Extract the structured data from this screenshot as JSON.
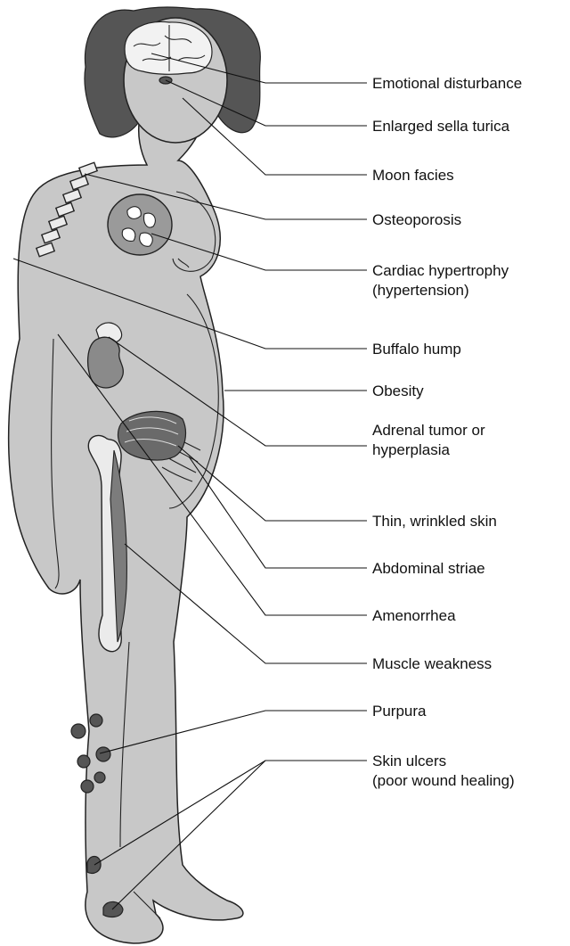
{
  "labels": [
    {
      "id": "emotional",
      "text": "Emotional disturbance"
    },
    {
      "id": "sella",
      "text": "Enlarged sella turica"
    },
    {
      "id": "moon",
      "text": "Moon facies"
    },
    {
      "id": "osteo",
      "text": "Osteoporosis"
    },
    {
      "id": "cardiac_1",
      "text": "Cardiac hypertrophy"
    },
    {
      "id": "cardiac_2",
      "text": "(hypertension)"
    },
    {
      "id": "buffalo",
      "text": "Buffalo hump"
    },
    {
      "id": "obesity",
      "text": "Obesity"
    },
    {
      "id": "adrenal_1",
      "text": "Adrenal tumor or"
    },
    {
      "id": "adrenal_2",
      "text": "hyperplasia"
    },
    {
      "id": "thinskin",
      "text": "Thin, wrinkled skin"
    },
    {
      "id": "striae",
      "text": "Abdominal striae"
    },
    {
      "id": "amenorrhea",
      "text": "Amenorrhea"
    },
    {
      "id": "muscle",
      "text": "Muscle weakness"
    },
    {
      "id": "purpura",
      "text": "Purpura"
    },
    {
      "id": "ulcers_1",
      "text": "Skin ulcers"
    },
    {
      "id": "ulcers_2",
      "text": "(poor wound healing)"
    }
  ],
  "colors": {
    "skin": "#c8c8c8",
    "hair": "#555555",
    "bone": "#ebebeb",
    "line": "#111111"
  }
}
